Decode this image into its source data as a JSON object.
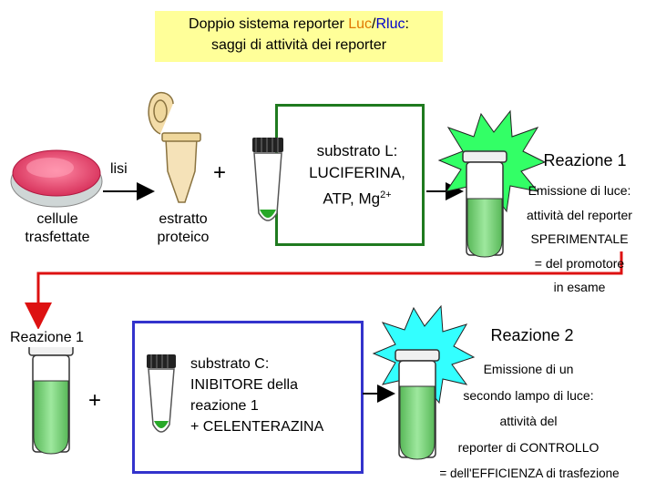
{
  "title": {
    "prefix": "Doppio sistema reporter ",
    "luc": "Luc",
    "slash": "/",
    "rluc": "Rluc",
    "suffix": ":",
    "line2": "saggi di attività dei reporter"
  },
  "labels": {
    "lisi": "lisi",
    "cells_l1": "cellule",
    "cells_l2": "trasfettate",
    "extract_l1": "estratto",
    "extract_l2": "proteico",
    "plus1": "+",
    "plus2": "+",
    "subL_l1": "substrato L:",
    "subL_l2": "LUCIFERINA,",
    "subL_l3": "ATP, Mg",
    "subL_sup": "2+",
    "reaz1_title": "Reazione 1",
    "reaz1_l1": "Emissione di luce:",
    "reaz1_l2": "attività del reporter",
    "reaz1_l3": "SPERIMENTALE",
    "reaz1_l4": "= del promotore",
    "reaz1_l5": "in esame",
    "reaz1_left": "Reazione 1",
    "subC_l1": "substrato C:",
    "subC_l2": "INIBITORE della",
    "subC_l3": "reazione 1",
    "subC_l4": "+ CELENTERAZINA",
    "reaz2_title": "Reazione 2",
    "reaz2_l1": "Emissione di un",
    "reaz2_l2": "secondo lampo di luce:",
    "reaz2_l3": "attività del",
    "reaz2_l4": "reporter di CONTROLLO",
    "reaz2_l5": "= dell'EFFICIENZA di trasfezione"
  },
  "colors": {
    "title_bg": "#ffff99",
    "luc": "#e07800",
    "rluc": "#0000cc",
    "green_box": "#1f7a1f",
    "blue_box": "#3333cc",
    "red_arrow": "#dd1111",
    "liquid": "#66cc66",
    "burst_green": "#33ff66",
    "burst_cyan": "#33ffff",
    "dish": "#e8456a"
  }
}
